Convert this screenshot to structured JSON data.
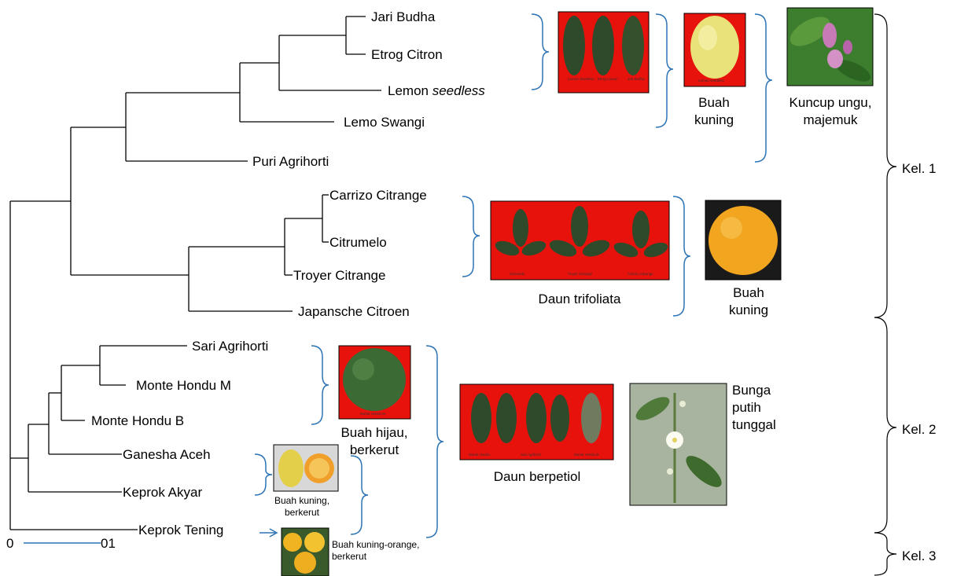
{
  "taxa": {
    "jari_budha": "Jari Budha",
    "etrog_citron": "Etrog Citron",
    "lemon_seedless": "Lemon ",
    "lemon_seedless_italic": "seedless",
    "lemo_swangi": "Lemo Swangi",
    "puri_agrihorti": "Puri Agrihorti",
    "carrizo_citrange": "Carrizo Citrange",
    "citrumelo": "Citrumelo",
    "troyer_citrange": "Troyer Citrange",
    "japansche_citroen": "Japansche Citroen",
    "sari_agrihorti": "Sari Agrihorti",
    "monte_hondu_m": "Monte Hondu M",
    "monte_hondu_b": "Monte Hondu B",
    "ganesha_aceh": "Ganesha Aceh",
    "keprok_akyar": "Keprok Akyar",
    "keprok_tening": "Keprok Tening"
  },
  "scale": {
    "left": "0",
    "right": "01"
  },
  "annotations": {
    "buah_kuning_1": [
      "Buah",
      "kuning"
    ],
    "kuncup_ungu": [
      "Kuncup ungu,",
      "majemuk"
    ],
    "daun_trifoliata": "Daun trifoliata",
    "buah_kuning_2": [
      "Buah",
      "kuning"
    ],
    "buah_hijau": [
      "Buah hijau,",
      "berkerut"
    ],
    "daun_berpetiol": "Daun berpetiol",
    "bunga_putih": [
      "Bunga",
      "putih",
      "tunggal"
    ],
    "buah_kuning_berkerut": [
      "Buah kuning,",
      "berkerut"
    ],
    "buah_kuning_orange": [
      "Buah kuning-orange,",
      "berkerut"
    ]
  },
  "groups": {
    "kel1": "Kel. 1",
    "kel2": "Kel. 2",
    "kel3": "Kel. 3"
  },
  "photo_captions": {
    "leaves_1": [
      "Lemon Seedless",
      "Etrog Lemon",
      "Jari Budha"
    ],
    "lemon_fruit": "Lemon seedless",
    "leaves_tri": [
      "Citrumelo",
      "Troyer Citrange",
      "Carrizo Citrange"
    ],
    "hijau_fruit": "Monte Hondu M",
    "leaves_berpetiol": [
      "Monte Hondu",
      "Sari Agrihorti",
      "Monte Hondu B"
    ]
  },
  "colors": {
    "brace_blue": "#2e74b5",
    "photo_red": "#e8120c",
    "leaf_green": "#2f4a2a"
  }
}
